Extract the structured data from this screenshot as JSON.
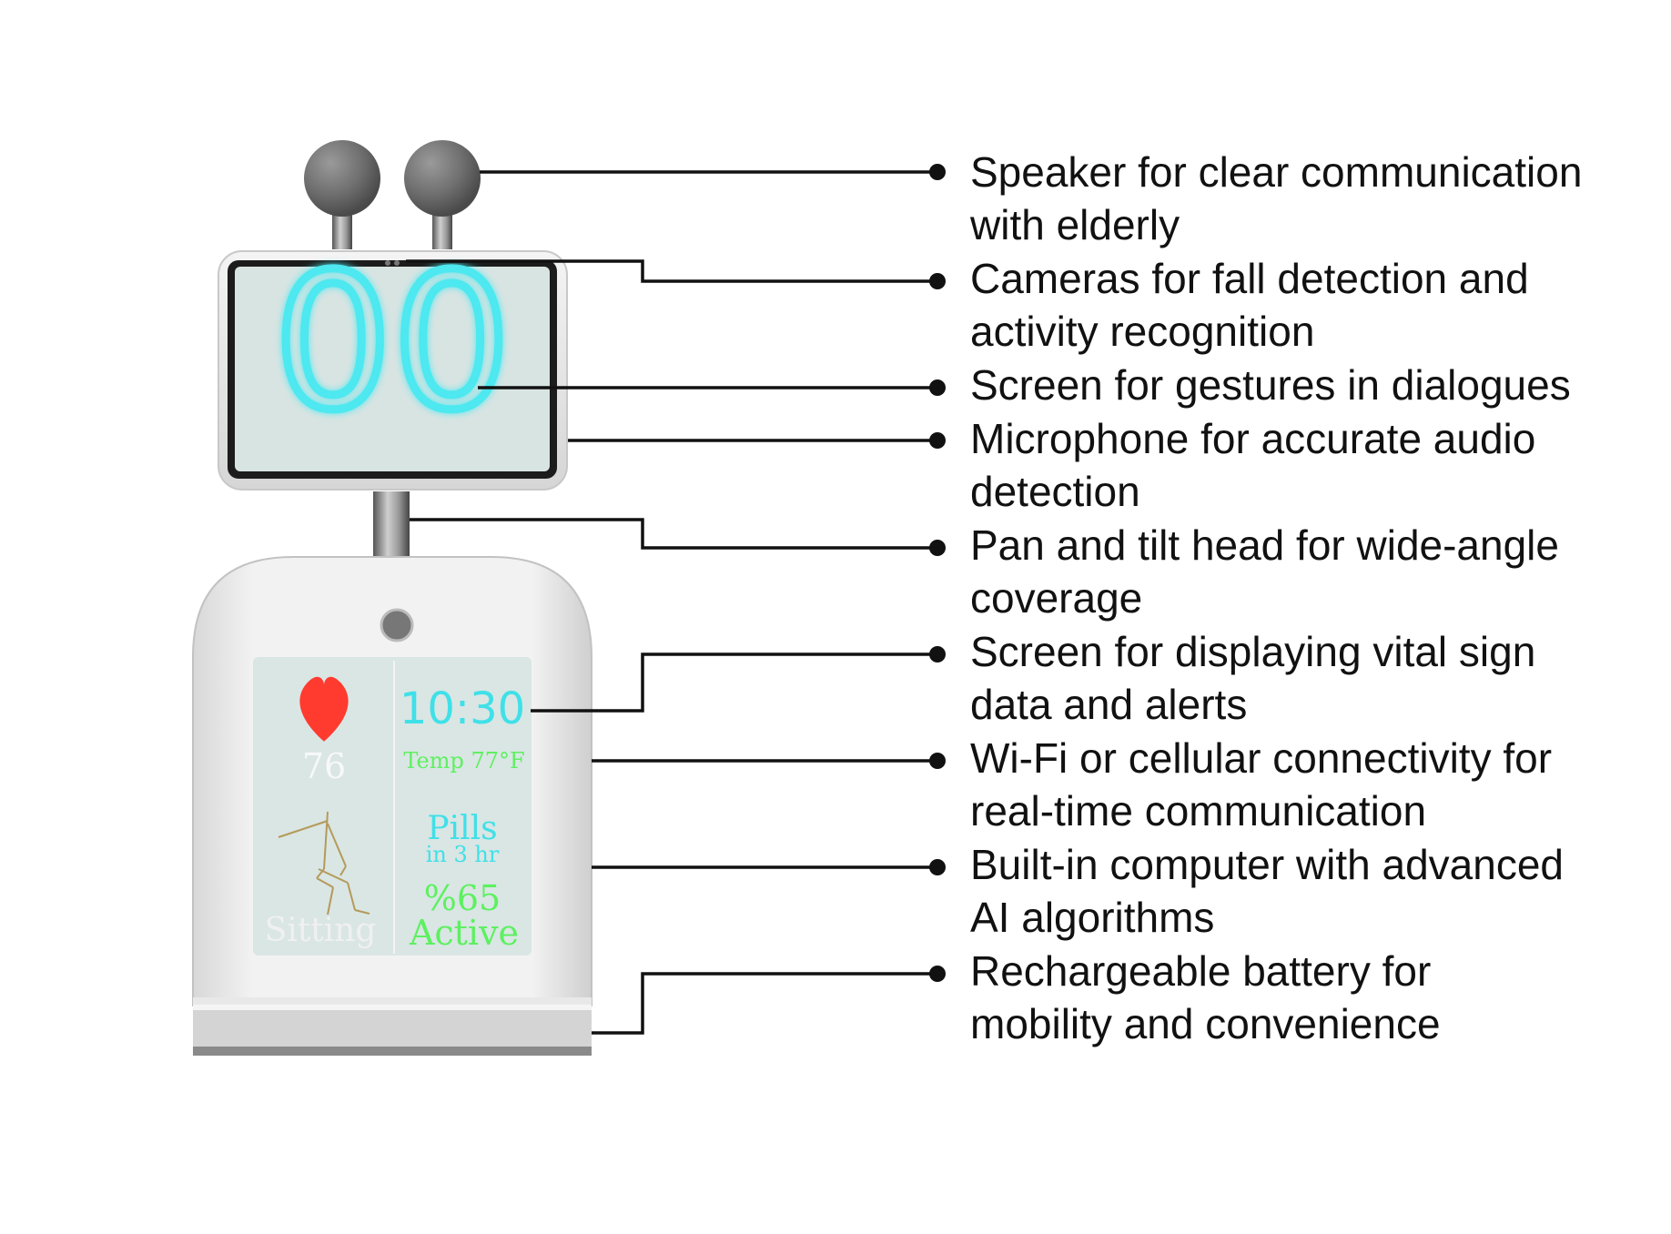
{
  "labels": [
    {
      "id": "speaker",
      "lines": [
        "Speaker for clear communication",
        "with elderly"
      ]
    },
    {
      "id": "cameras",
      "lines": [
        "Cameras for fall detection and",
        "activity recognition"
      ]
    },
    {
      "id": "screen-gestures",
      "lines": [
        "Screen for gestures in dialogues"
      ]
    },
    {
      "id": "microphone",
      "lines": [
        "Microphone for accurate audio",
        "detection"
      ]
    },
    {
      "id": "pan-tilt",
      "lines": [
        "Pan and tilt head for wide-angle",
        "coverage"
      ]
    },
    {
      "id": "screen-vitals",
      "lines": [
        "Screen for displaying vital sign",
        "data and alerts"
      ]
    },
    {
      "id": "connectivity",
      "lines": [
        "Wi-Fi or cellular connectivity for",
        "real-time communication"
      ]
    },
    {
      "id": "computer",
      "lines": [
        "Built-in computer with advanced",
        "AI algorithms"
      ]
    },
    {
      "id": "battery",
      "lines": [
        "Rechargeable battery for",
        "mobility and convenience"
      ]
    }
  ],
  "head_screen": {
    "eyes_text": "00"
  },
  "body_screen": {
    "heart_rate": "76",
    "time": "10:30",
    "temp": "Temp 77°F",
    "pills_label": "Pills",
    "pills_time": "in 3 hr",
    "activity_percent": "%65",
    "activity_label": "Active",
    "posture": "Sitting"
  },
  "colors": {
    "eyes": "#4ee8f0",
    "time": "#40e0e8",
    "green_text": "#5ef060",
    "heart": "#ff3b30",
    "screen_bg": "#d9e6e4",
    "line": "#111111"
  }
}
